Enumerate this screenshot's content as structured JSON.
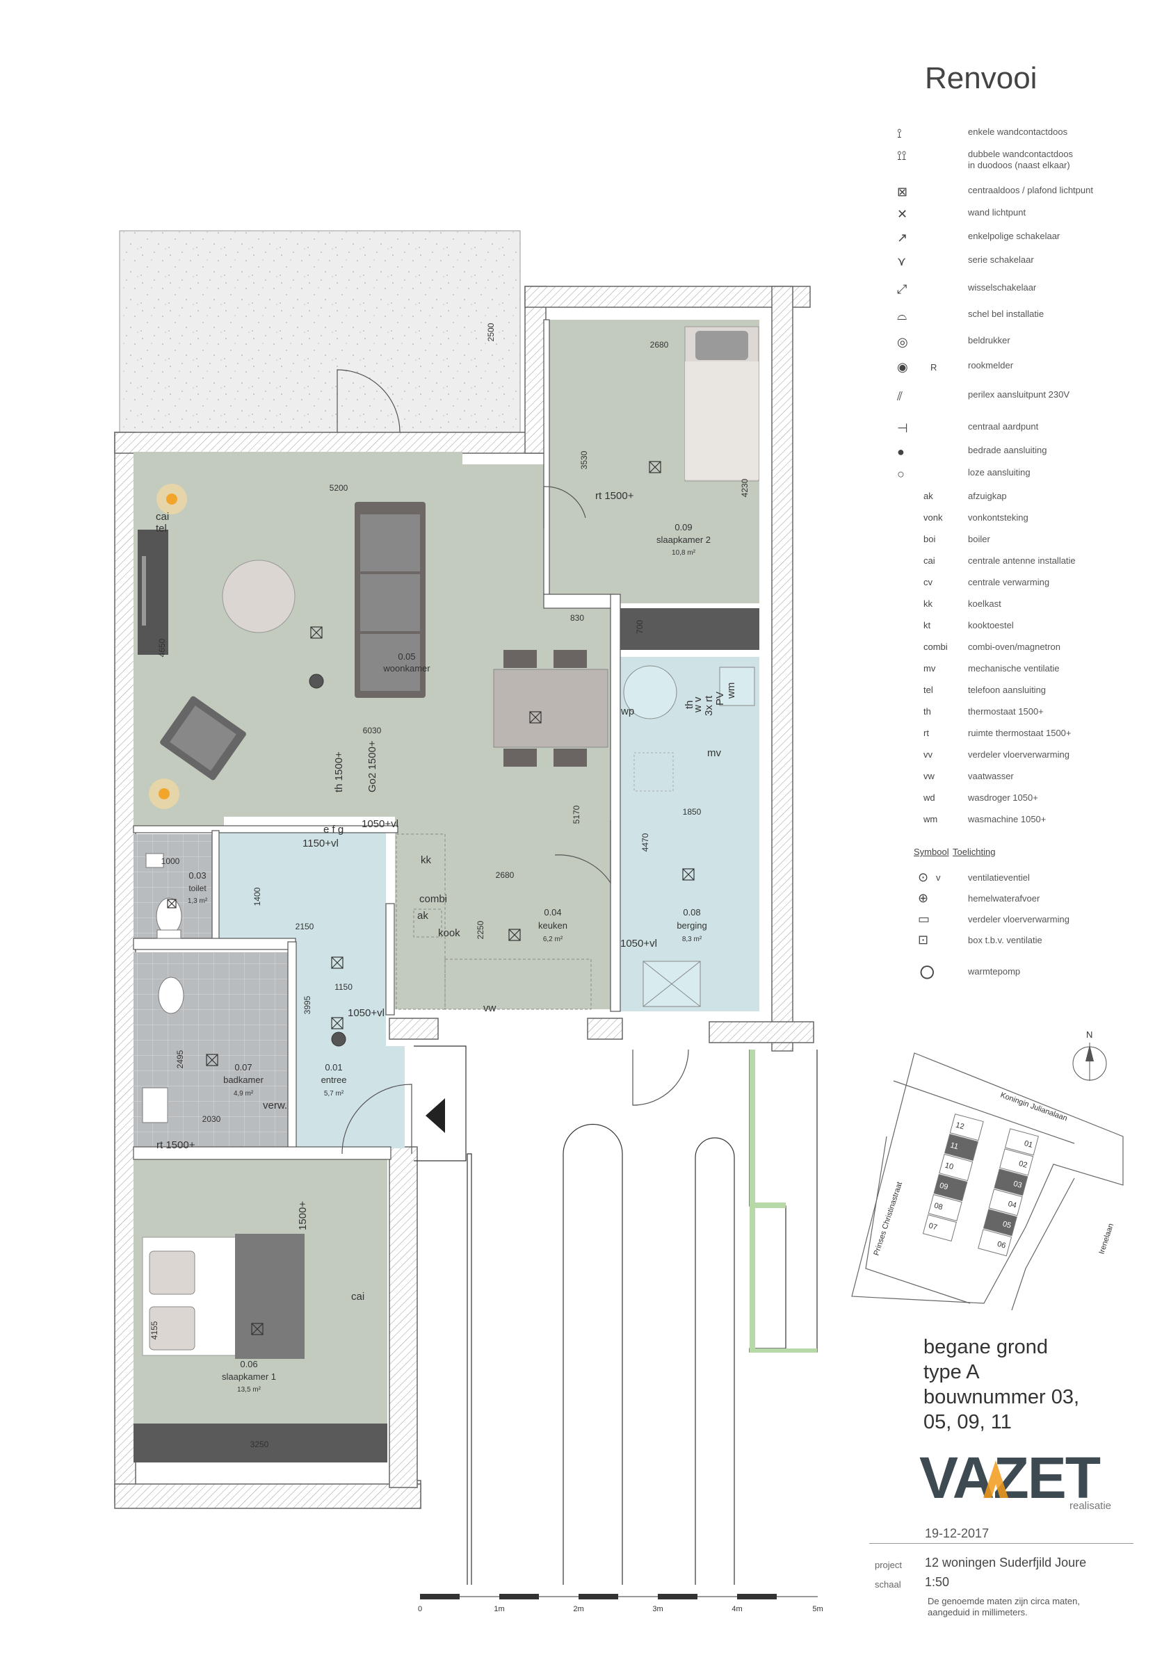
{
  "legend": {
    "title": "Renvooi",
    "items": [
      {
        "icon": "single-socket-icon",
        "label": "enkele wandcontactdoos"
      },
      {
        "icon": "double-socket-icon",
        "label": "dubbele wandcontactdoos\nin duodoos (naast elkaar)"
      },
      {
        "icon": "ceiling-light-icon",
        "label": "centraaldoos / plafond lichtpunt"
      },
      {
        "icon": "wall-light-icon",
        "label": "wand lichtpunt"
      },
      {
        "icon": "single-switch-icon",
        "label": "enkelpolige schakelaar"
      },
      {
        "icon": "series-switch-icon",
        "label": "serie schakelaar"
      },
      {
        "icon": "changeover-switch-icon",
        "label": "wisselschakelaar"
      },
      {
        "icon": "bell-icon",
        "label": "schel bel installatie"
      },
      {
        "icon": "doorbell-button-icon",
        "label": "beldrukker"
      },
      {
        "icon": "smoke-detector-icon",
        "label": "rookmelder",
        "abbr": "R"
      },
      {
        "icon": "perilex-icon",
        "label": "perilex aansluitpunt 230V"
      },
      {
        "icon": "earth-point-icon",
        "label": "centraal aardpunt"
      },
      {
        "icon": "wired-connection-icon",
        "label": "bedrade aansluiting"
      },
      {
        "icon": "empty-connection-icon",
        "label": "loze aansluiting"
      }
    ],
    "abbreviations": [
      {
        "abbr": "ak",
        "label": "afzuigkap"
      },
      {
        "abbr": "vonk",
        "label": "vonkontsteking"
      },
      {
        "abbr": "boi",
        "label": "boiler"
      },
      {
        "abbr": "cai",
        "label": "centrale antenne installatie"
      },
      {
        "abbr": "cv",
        "label": "centrale verwarming"
      },
      {
        "abbr": "kk",
        "label": "koelkast"
      },
      {
        "abbr": "kt",
        "label": "kooktoestel"
      },
      {
        "abbr": "combi",
        "label": "combi-oven/magnetron"
      },
      {
        "abbr": "mv",
        "label": "mechanische ventilatie"
      },
      {
        "abbr": "tel",
        "label": "telefoon aansluiting"
      },
      {
        "abbr": "th",
        "label": "thermostaat 1500+"
      },
      {
        "abbr": "rt",
        "label": "ruimte thermostaat 1500+"
      },
      {
        "abbr": "vv",
        "label": "verdeler vloerverwarming"
      },
      {
        "abbr": "vw",
        "label": "vaatwasser"
      },
      {
        "abbr": "wd",
        "label": "wasdroger 1050+"
      },
      {
        "abbr": "wm",
        "label": "wasmachine 1050+"
      }
    ],
    "symbol_header": "Symbool",
    "toelichting_header": "Toelichting",
    "symbols": [
      {
        "icon": "vent-valve-icon",
        "abbr": "v",
        "label": "ventilatieventiel"
      },
      {
        "icon": "rainwater-drain-icon",
        "label": "hemelwaterafvoer"
      },
      {
        "icon": "floor-heating-manifold-icon",
        "label": "verdeler vloerverwarming"
      },
      {
        "icon": "ventilation-box-icon",
        "label": "box t.b.v. ventilatie"
      },
      {
        "icon": "heat-pump-icon",
        "label": "warmtepomp"
      }
    ]
  },
  "rooms": [
    {
      "id": "woonkamer",
      "number": "0.05",
      "name": "woonkamer"
    },
    {
      "id": "slaapkamer2",
      "number": "0.09",
      "name": "slaapkamer 2",
      "area": "10,8 m²"
    },
    {
      "id": "keuken",
      "number": "0.04",
      "name": "keuken",
      "area": "6,2 m²"
    },
    {
      "id": "berging",
      "number": "0.08",
      "name": "berging",
      "area": "8,3 m²"
    },
    {
      "id": "toilet",
      "number": "0.03",
      "name": "toilet",
      "area": "1,3 m²"
    },
    {
      "id": "badkamer",
      "number": "0.07",
      "name": "badkamer",
      "area": "4,9 m²"
    },
    {
      "id": "entree",
      "number": "0.01",
      "name": "entree",
      "area": "5,7 m²"
    },
    {
      "id": "slaapkamer1",
      "number": "0.06",
      "name": "slaapkamer 1",
      "area": "13,5 m²"
    }
  ],
  "dimensions": {
    "terrace": "2500",
    "slaapkamer2_width": "2680",
    "slaapkamer2_depth": "3530",
    "slaapkamer2_bed": "4230",
    "woonkamer_width": "5200",
    "woonkamer_depth": "4650",
    "woonkamer_full": "6030",
    "keuken_depth": "5170",
    "keuken_width": "2680",
    "keuken_small": "2250",
    "hall_830": "830",
    "berging_700": "700",
    "berging_width": "1850",
    "berging_depth": "4470",
    "toilet_width": "1000",
    "toilet_depth": "1400",
    "entree_width": "2150",
    "entree_1150": "1150",
    "entree_depth": "3995",
    "badkamer_width": "2030",
    "badkamer_depth": "2495",
    "slaapkamer1_depth": "4155",
    "slaapkamer1_width": "3250"
  },
  "annotations": {
    "rt1500": "rt 1500+",
    "rt1500_bath": "rt 1500+",
    "th1500": "th 1500+",
    "go2_1500": "Go2 1500+",
    "h1050vl_living": "1050+vl",
    "h1150vl": "1150+vl",
    "h1050vl_berging": "1050+vl",
    "h1050vl_entree": "1050+vl",
    "h1500_bed": "1500+",
    "cai": "cai",
    "tel": "tel",
    "cai_bed": "cai",
    "combi": "combi",
    "ak": "ak",
    "kook": "kook",
    "kk": "kk",
    "vw": "vw",
    "mv": "mv",
    "wp": "wp",
    "wm": "wm",
    "pv": "PV",
    "th": "th",
    "wv": "w v",
    "th3x": "3x rt",
    "efg": "e f g",
    "verw": "verw."
  },
  "title_block": {
    "lines": [
      "begane grond",
      "type A",
      "bouwnummer 03,",
      "05, 09, 11"
    ],
    "logo": "VAZET",
    "logo_sub": "realisatie",
    "date": "19-12-2017",
    "project_label": "project",
    "project_value": "12 woningen Suderfjild Joure",
    "scale_label": "schaal",
    "scale_value": "1:50",
    "disclaimer": "De genoemde maten zijn circa maten,\naangeduid in millimeters."
  },
  "site_map": {
    "north": "N",
    "streets": [
      "Koningin Julianalaan",
      "Prinses Christinastraat",
      "Irenelaan"
    ],
    "lots_right": [
      "01",
      "02",
      "03",
      "04",
      "05",
      "06"
    ],
    "lots_left": [
      "12",
      "11",
      "10",
      "09",
      "08",
      "07"
    ]
  },
  "scale_bar": {
    "ticks": [
      "0",
      "1m",
      "2m",
      "3m",
      "4m",
      "5m"
    ]
  },
  "colors": {
    "living": "#c3cbbf",
    "wet": "#cfe3e6",
    "tile": "#b9bcbf",
    "terrace": "#ececec",
    "wall": "#ffffff",
    "brand": "#3d4a52",
    "brand_accent": "#f29a1a"
  }
}
